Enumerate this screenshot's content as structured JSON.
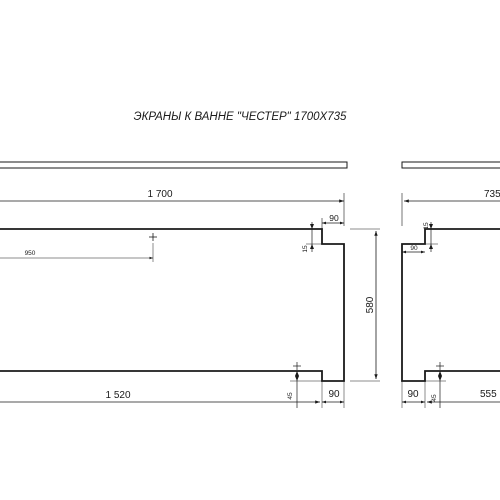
{
  "drawing": {
    "title": "ЭКРАНЫ  К ВАННЕ \"ЧЕСТЕР\" 1700X735",
    "front_panel": {
      "overall_width": "1 700",
      "bottom_width": "1 520",
      "notch_top_width": "90",
      "notch_bottom_width": "90",
      "notch_top_height": "15",
      "notch_bottom_height": "45",
      "hole_offset": "950",
      "panel_height": "580"
    },
    "side_panel": {
      "overall_width": "735",
      "bottom_width": "555",
      "notch_top_width": "90",
      "notch_bottom_width": "90",
      "notch_top_height": "15",
      "notch_bottom_height": "45"
    }
  }
}
